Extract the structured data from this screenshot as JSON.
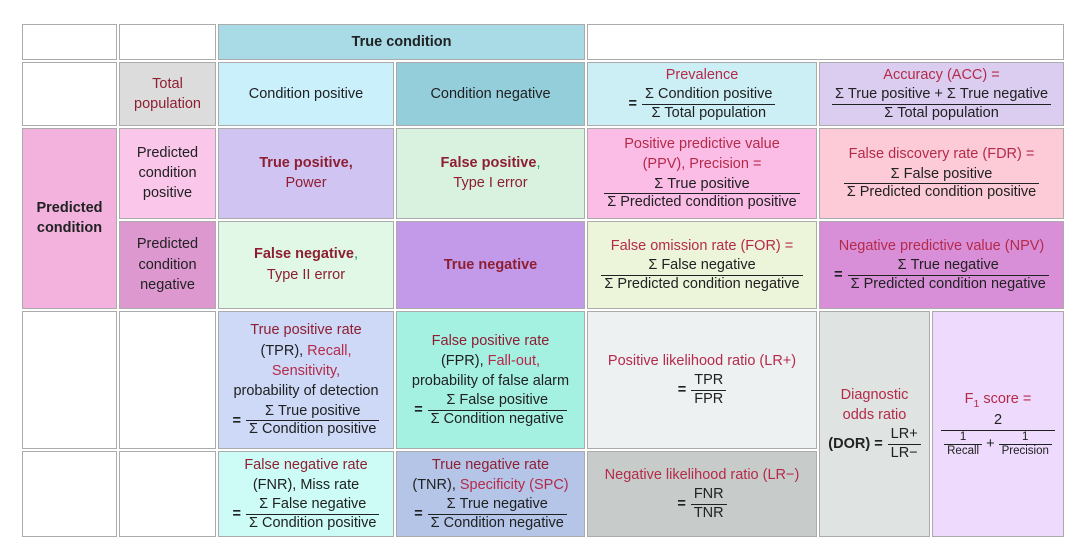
{
  "colors": {
    "term_maroon": "#8e1f33",
    "link_crimson": "#b52a4a",
    "comma_green": "#00a550",
    "text_black": "#202122",
    "border_gray": "#ababab"
  },
  "headers": {
    "true_condition": "True condition",
    "total_population": "Total population",
    "condition_positive": "Condition positive",
    "condition_negative": "Condition negative",
    "predicted_condition": "Predicted condition",
    "predicted_condition_positive": "Predicted condition positive",
    "predicted_condition_negative": "Predicted condition negative"
  },
  "cells": {
    "prevalence": {
      "title": "Prevalence",
      "eq": "=",
      "num": "Σ Condition positive",
      "den": "Σ Total population"
    },
    "accuracy": {
      "title": "Accuracy (ACC) =",
      "num": "Σ True positive + Σ True negative",
      "den": "Σ Total population"
    },
    "true_positive": {
      "term": "True positive",
      "comma": ",",
      "alt": "Power"
    },
    "false_positive": {
      "term": "False positive",
      "comma": ",",
      "alt": "Type I error"
    },
    "false_negative": {
      "term": "False negative",
      "comma": ",",
      "alt": "Type II error"
    },
    "true_negative": {
      "term": "True negative"
    },
    "ppv": {
      "line1": "Positive predictive value",
      "line2": "(PPV), Precision =",
      "num": "Σ True positive",
      "den": "Σ Predicted condition positive"
    },
    "fdr": {
      "title": "False discovery rate (FDR) =",
      "num": "Σ False positive",
      "den": "Σ Predicted condition positive"
    },
    "for": {
      "title": "False omission rate (FOR) =",
      "num": "Σ False negative",
      "den": "Σ Predicted condition negative"
    },
    "npv": {
      "title": "Negative predictive value (NPV)",
      "eq": "=",
      "num": "Σ True negative",
      "den": "Σ Predicted condition negative"
    },
    "tpr": {
      "line1": "True positive rate",
      "line2_plain": "(TPR),",
      "line2_link": "Recall,",
      "line3_link": "Sensitivity,",
      "line4": "probability of detection",
      "eq": "=",
      "num": "Σ True positive",
      "den": "Σ Condition positive"
    },
    "fpr": {
      "line1": "False positive rate",
      "line2_plain": "(FPR),",
      "line2_link": "Fall-out,",
      "line3": "probability of false alarm",
      "eq": "=",
      "num": "Σ False positive",
      "den": "Σ Condition negative"
    },
    "lr_plus": {
      "title": "Positive likelihood ratio (LR+)",
      "eq": "=",
      "num": "TPR",
      "den": "FPR"
    },
    "dor": {
      "line1": "Diagnostic",
      "line2": "odds ratio",
      "pre": "(DOR) =",
      "num": "LR+",
      "den": "LR−"
    },
    "f1": {
      "prefix": "F",
      "sub": "1",
      "suffix": "score =",
      "num": "2",
      "sub1_num": "1",
      "sub1_den": "Recall",
      "plus": "+",
      "sub2_num": "1",
      "sub2_den": "Precision"
    },
    "fnr": {
      "line1": "False negative rate",
      "line2": "(FNR), Miss rate",
      "eq": "=",
      "num": "Σ False negative",
      "den": "Σ Condition positive"
    },
    "tnr": {
      "line1": "True negative rate",
      "line2_plain": "(TNR),",
      "line2_link": "Specificity (SPC)",
      "eq": "=",
      "num": "Σ True negative",
      "den": "Σ Condition negative"
    },
    "lr_minus": {
      "title": "Negative likelihood ratio (LR−)",
      "eq": "=",
      "num": "FNR",
      "den": "TNR"
    }
  }
}
